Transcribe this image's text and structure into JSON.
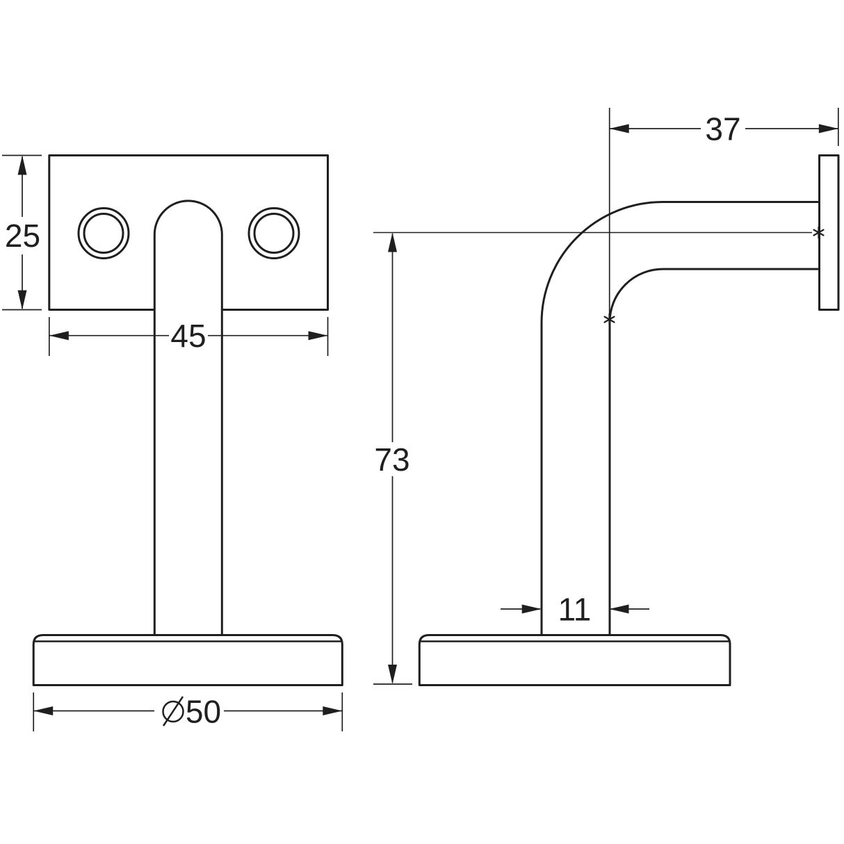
{
  "colors": {
    "background": "#ffffff",
    "line": "#1f1f1f"
  },
  "front_view": {
    "plate_height": "25",
    "plate_width": "45",
    "base_diameter": "50",
    "base_diameter_symbol": "⌀"
  },
  "side_view": {
    "projection_depth": "37",
    "overall_height": "73",
    "stem_thickness": "11",
    "tangent_marker": "*"
  }
}
